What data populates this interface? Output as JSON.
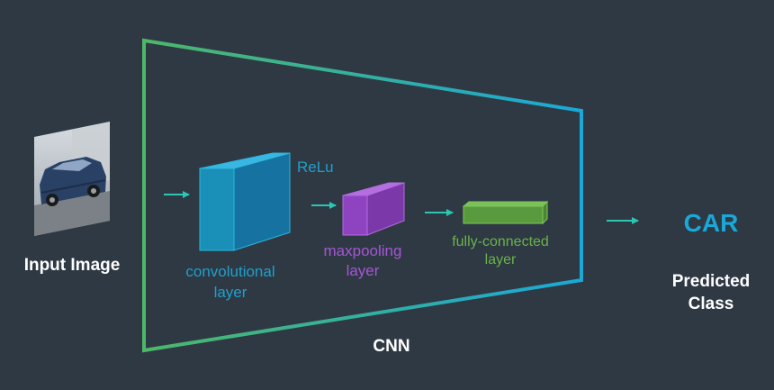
{
  "input": {
    "label": "Input Image"
  },
  "conv": {
    "label_line1": "convolutional",
    "label_line2": "layer"
  },
  "relu": {
    "label": "ReLu"
  },
  "maxpool": {
    "label_line1": "maxpooling",
    "label_line2": "layer"
  },
  "fc": {
    "label_line1": "fully-connected",
    "label_line2": "layer"
  },
  "output": {
    "result": "CAR",
    "caption_line1": "Predicted",
    "caption_line2": "Class"
  },
  "network": {
    "label": "CNN"
  },
  "colors": {
    "background": "#2e3944",
    "frame_start": "#4db868",
    "frame_end": "#1aa8d8",
    "arrow": "#2bc7b3",
    "conv": "#1ea0cc",
    "maxpool": "#a655d4",
    "fc": "#6bb24a",
    "result": "#1aa8d8",
    "text": "#ffffff"
  }
}
